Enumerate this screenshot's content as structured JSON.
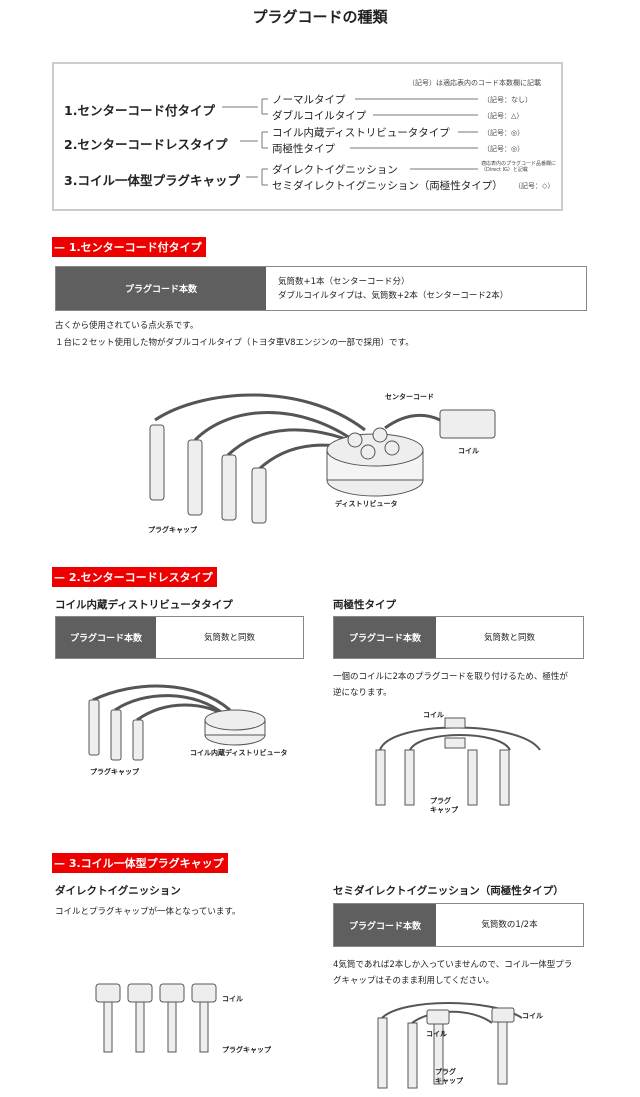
{
  "title": "プラグコードの種類",
  "overview": {
    "note": "（記号）は適応表内のコード本数欄に記載",
    "categories": [
      {
        "label": "1.センターコード付タイプ",
        "types": [
          {
            "name": "ノーマルタイプ",
            "symbol": "（記号：なし）"
          },
          {
            "name": "ダブルコイルタイプ",
            "symbol": "（記号：△）"
          }
        ]
      },
      {
        "label": "2.センターコードレスタイプ",
        "types": [
          {
            "name": "コイル内蔵ディストリビュータタイプ",
            "symbol": "（記号：◎）"
          },
          {
            "name": "両極性タイプ",
            "symbol": "（記号：◎）"
          }
        ]
      },
      {
        "label": "3.コイル一体型プラグキャップ",
        "types": [
          {
            "name": "ダイレクトイグニッション",
            "symbol": "適応表内のプラグコード品番欄に（Direct IG）と記載"
          },
          {
            "name": "セミダイレクトイグニッション（両極性タイプ）",
            "symbol": "（記号：◇）"
          }
        ]
      }
    ]
  },
  "s1": {
    "heading": "1.センターコード付タイプ",
    "th": "プラグコード本数",
    "td1": "気筒数+1本（センターコード分）",
    "td2": "ダブルコイルタイプは、気筒数+2本（センターコード2本）",
    "p1": "古くから使用されている点火系です。",
    "p2": "１台に２セット使用した物がダブルコイルタイプ（トヨタ車V8エンジンの一部で採用）です。",
    "labels": {
      "center": "センターコード",
      "coil": "コイル",
      "dist": "ディストリビュータ",
      "cap": "プラグキャップ"
    }
  },
  "s2": {
    "heading": "2.センターコードレスタイプ",
    "left": {
      "title": "コイル内蔵ディストリビュータタイプ",
      "th": "プラグコード本数",
      "td": "気筒数と同数",
      "labels": {
        "dist": "コイル内蔵ディストリビュータ",
        "cap": "プラグキャップ"
      }
    },
    "right": {
      "title": "両極性タイプ",
      "th": "プラグコード本数",
      "td": "気筒数と同数",
      "p1": "一個のコイルに2本のプラグコードを取り付けるため、極性が",
      "p2": "逆になります。",
      "labels": {
        "coil": "コイル",
        "cap": "プラグ\nキャップ"
      }
    }
  },
  "s3": {
    "heading": "3.コイル一体型プラグキャップ",
    "left": {
      "title": "ダイレクトイグニッション",
      "p": "コイルとプラグキャップが一体となっています。",
      "labels": {
        "coil": "コイル",
        "cap": "プラグキャップ"
      }
    },
    "right": {
      "title": "セミダイレクトイグニッション（両極性タイプ）",
      "th": "プラグコード本数",
      "td": "気筒数の1/2本",
      "p1": "4気筒であれば2本しか入っていませんので、コイル一体型プラ",
      "p2": "グキャップはそのまま利用してください。",
      "labels": {
        "coil1": "コイル",
        "coil2": "コイル",
        "cap": "プラグ\nキャップ"
      }
    }
  }
}
